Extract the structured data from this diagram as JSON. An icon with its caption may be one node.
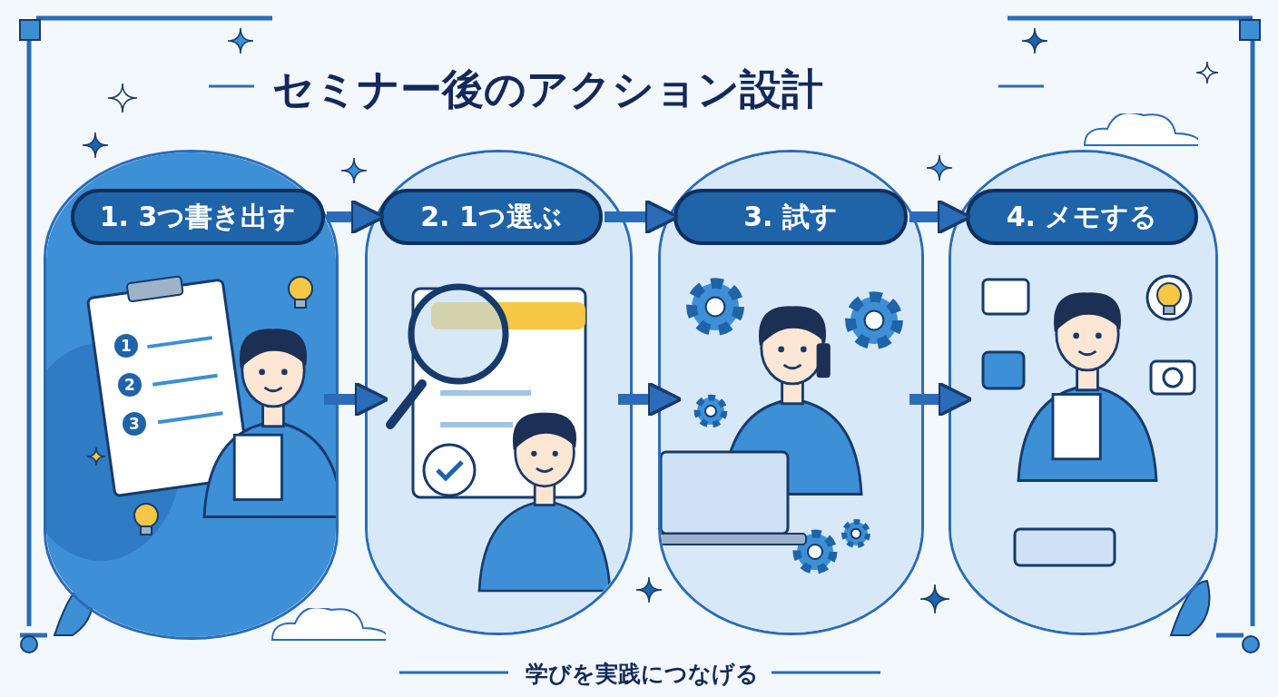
{
  "diagram": {
    "title": "セミナー後のアクション設計",
    "caption": "学びを実践につなげる",
    "nodes": [
      {
        "text": [],
        "shape": "picture"
      },
      {
        "text": [
          "1. 3つ書き出す"
        ],
        "in": 0
      },
      {
        "text": [],
        "shape": "picture"
      },
      {
        "text": [
          "2. 1つ選ぶ"
        ],
        "in": 2
      },
      {
        "text": [],
        "shape": "picture"
      },
      {
        "text": [
          "3. 試す"
        ],
        "in": 4
      },
      {
        "text": [],
        "shape": "picture"
      },
      {
        "text": [
          "4. メモする"
        ],
        "in": 6
      }
    ],
    "edges": [
      {
        "from": 1,
        "to": 3,
        "arrow": "to"
      },
      {
        "from": 3,
        "to": 5,
        "arrow": "to"
      },
      {
        "from": 5,
        "to": 7,
        "arrow": "to"
      },
      {
        "from": 0,
        "to": 2,
        "arrow": "to"
      },
      {
        "from": 2,
        "to": 4,
        "arrow": "to"
      },
      {
        "from": 4,
        "to": 6,
        "arrow": "to"
      }
    ],
    "labels": [
      "1",
      "2",
      "3"
    ]
  }
}
